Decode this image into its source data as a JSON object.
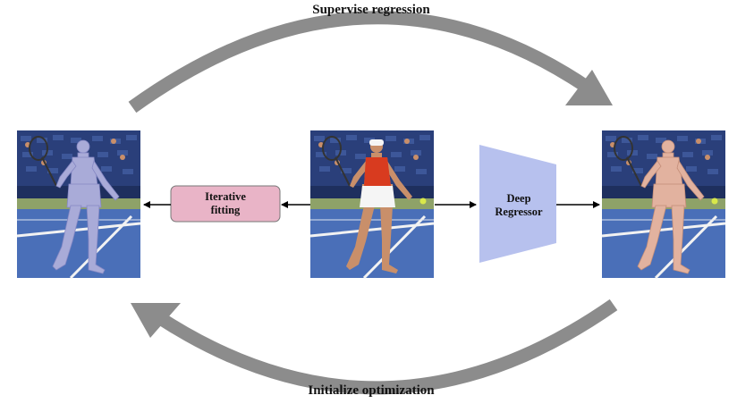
{
  "captions": {
    "top": "Supervise regression",
    "bottom": "Initialize optimization"
  },
  "boxes": {
    "fitting": "Iterative\nfitting",
    "regressor": "Deep\nRegressor"
  },
  "images": [
    {
      "role": "fitted-mesh-overlay",
      "mesh_color": "#a9abd8"
    },
    {
      "role": "input-photo"
    },
    {
      "role": "regressed-mesh-overlay",
      "mesh_color": "#e2b29f"
    }
  ],
  "colors": {
    "loop_arrow": "#8c8c8c",
    "fitting_box": "#e9b4c7",
    "regressor_shape": "#b7c1ee",
    "court": "#4a6fb8",
    "crowd": "#2a3f7a"
  }
}
